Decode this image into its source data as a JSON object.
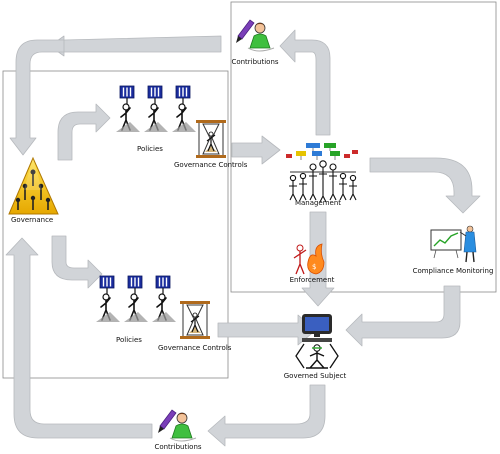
{
  "labels": {
    "contributions_top": "Contributions",
    "contributions_bottom": "Contributions",
    "governance": "Governance",
    "policies_top": "Policies",
    "governance_controls_top": "Governance Controls",
    "management": "Management",
    "enforcement": "Enforcement",
    "compliance_monitoring": "Compliance Monitoring",
    "policies_bottom": "Policies",
    "governance_controls_bottom": "Governance Controls",
    "governed_subject": "Governed Subject"
  },
  "colors": {
    "arrow_fill": "#d1d4d8",
    "arrow_stroke": "#b6b9bd",
    "frame": "#8a8a8a",
    "governance_triangle": "#f5c400",
    "policy_sign": "#1b2d9e",
    "hourglass_frame": "#b06a1c",
    "monitor_screen": "#3a5fc0",
    "compliance_line": "#27a327",
    "pen": "#7a3fb8"
  },
  "icons": [
    "contributor-with-pen-icon",
    "governance-pyramid-icon",
    "policy-sign-holder-icon",
    "hourglass-icon",
    "management-org-chart-icon",
    "enforcement-figure-icon",
    "compliance-presenter-icon",
    "computer-user-icon"
  ]
}
